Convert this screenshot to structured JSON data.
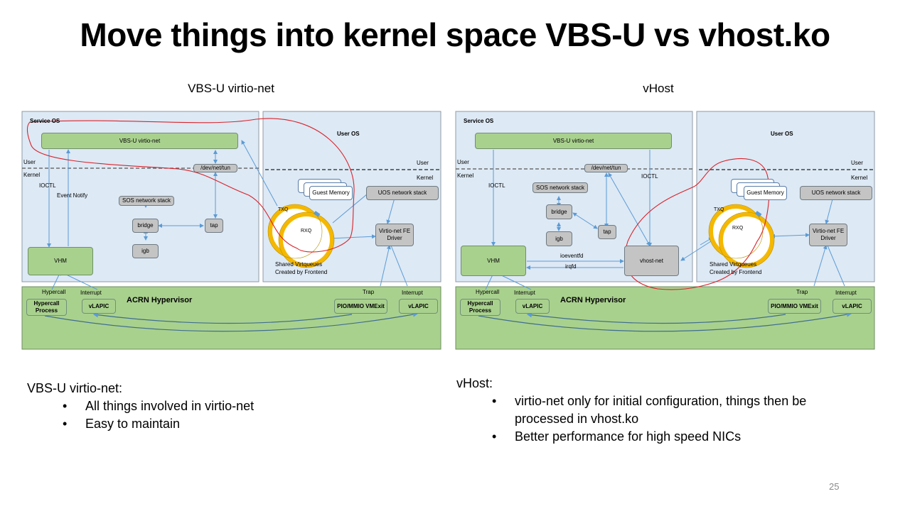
{
  "slide": {
    "title": "Move things into kernel space VBS-U vs vhost.ko",
    "page_number": "25"
  },
  "colors": {
    "os_panel": "#dde9f5",
    "green_box": "#a9d18e",
    "gray_box": "#c4c4c4",
    "hypervisor": "#a9d18e",
    "arrow": "#5b9bd5",
    "annotation": "#d9232a",
    "virtqueue_ring": "#f5b800"
  },
  "left_diagram": {
    "heading": "VBS-U virtio-net",
    "service_os": {
      "label": "Service OS",
      "user_label": "User",
      "kernel_label": "Kernel",
      "vbs_box": "VBS-U virtio-net",
      "tun_box": "/dev/net/tun",
      "ioctl_label": "IOCTL",
      "event_notify_label": "Event Notify",
      "sos_stack": "SOS network stack",
      "bridge": "bridge",
      "tap": "tap",
      "igb": "igb",
      "vhm": "VHM"
    },
    "user_os": {
      "label": "User OS",
      "user_label": "User",
      "kernel_label": "Kernel",
      "guest_memory": "Guest Memory",
      "uos_stack": "UOS network stack",
      "fe_driver": "Virtio-net FE Driver",
      "txq": "TXQ",
      "rxq": "RXQ",
      "virtqueue_caption_1": "Shared Virtqueues",
      "virtqueue_caption_2": "Created by Frontend"
    },
    "hypervisor": {
      "label": "ACRN Hypervisor",
      "hypercall_label": "Hypercall",
      "interrupt_label_left": "Interrupt",
      "trap_label": "Trap",
      "interrupt_label_right": "Interrupt",
      "hypercall_process": "Hypercall Process",
      "vlapic_left": "vLAPIC",
      "pio_mmio": "PIO/MMIO VMExit",
      "vlapic_right": "vLAPIC"
    }
  },
  "right_diagram": {
    "heading": "vHost",
    "service_os": {
      "label": "Service OS",
      "user_label": "User",
      "kernel_label": "Kernel",
      "vbs_box": "VBS-U virtio-net",
      "tun_box": "/dev/net/tun",
      "ioctl_label_left": "IOCTL",
      "ioctl_label_right": "IOCTL",
      "sos_stack": "SOS network stack",
      "bridge": "bridge",
      "tap": "tap",
      "igb": "igb",
      "vhm": "VHM",
      "vhost_net": "vhost-net",
      "ioeventfd_label": "ioeventfd",
      "irqfd_label": "irqfd"
    },
    "user_os": {
      "label": "User OS",
      "user_label": "User",
      "kernel_label": "Kernel",
      "guest_memory": "Guest Memory",
      "uos_stack": "UOS network stack",
      "fe_driver": "Virtio-net FE Driver",
      "txq": "TXQ",
      "rxq": "RXQ",
      "virtqueue_caption_1": "Shared Virtqueues",
      "virtqueue_caption_2": "Created by Frontend"
    },
    "hypervisor": {
      "label": "ACRN Hypervisor",
      "hypercall_label": "Hypercall",
      "interrupt_label_left": "Interrupt",
      "trap_label": "Trap",
      "interrupt_label_right": "Interrupt",
      "hypercall_process": "Hypercall Process",
      "vlapic_left": "vLAPIC",
      "pio_mmio": "PIO/MMIO VMExit",
      "vlapic_right": "vLAPIC"
    }
  },
  "notes_left": {
    "heading": "VBS-U virtio-net:",
    "bullets": [
      "All things involved in virtio-net",
      "Easy to maintain"
    ]
  },
  "notes_right": {
    "heading": "vHost:",
    "bullets": [
      "virtio-net  only for initial configuration, things then be processed  in vhost.ko",
      "Better  performance  for high speed  NICs"
    ]
  }
}
